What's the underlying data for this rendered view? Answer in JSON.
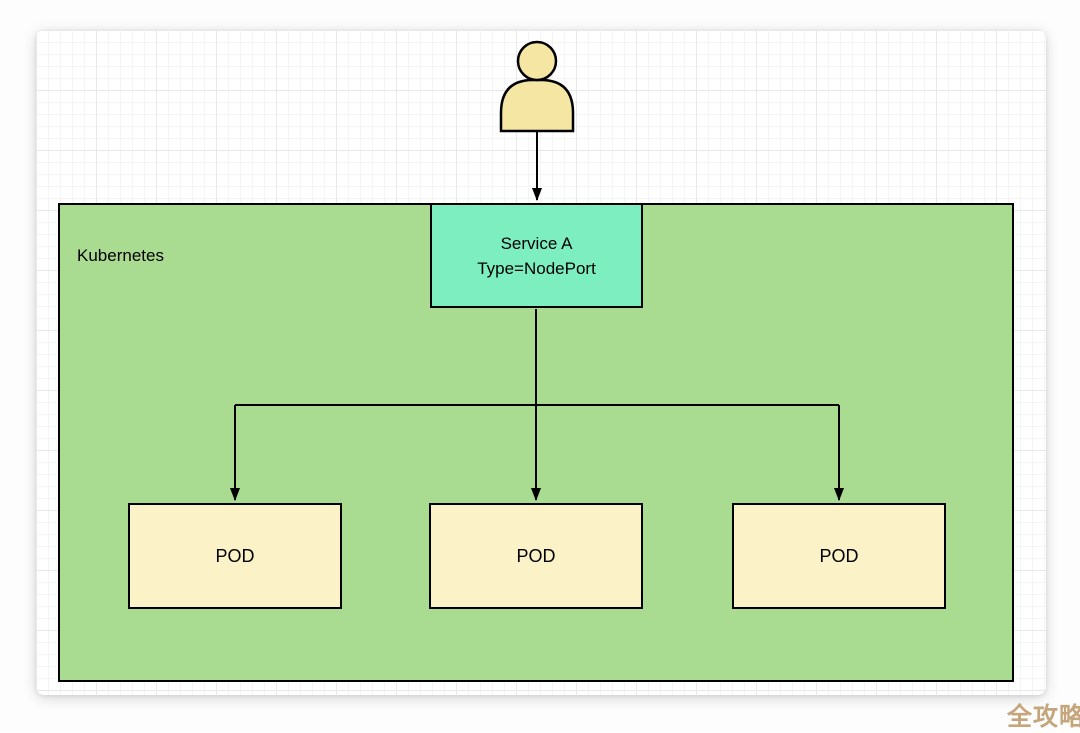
{
  "diagram": {
    "nodes": {
      "user": {
        "icon": "user-icon"
      },
      "container": {
        "label": "Kubernetes"
      },
      "service": {
        "line1": "Service A",
        "line2": "Type=NodePort"
      },
      "pods": [
        {
          "label": "POD"
        },
        {
          "label": "POD"
        },
        {
          "label": "POD"
        }
      ]
    },
    "edges": [
      {
        "from": "user",
        "to": "service"
      },
      {
        "from": "service",
        "to": "pod-1"
      },
      {
        "from": "service",
        "to": "pod-2"
      },
      {
        "from": "service",
        "to": "pod-3"
      }
    ]
  },
  "watermark": {
    "text": "全攻略"
  },
  "colors": {
    "container_fill": "#a9db91",
    "service_fill": "#7ceec0",
    "pod_fill": "#fbf2c7",
    "user_fill": "#f5e7a3",
    "stroke": "#000000",
    "watermark_color": "#c5a67c"
  }
}
